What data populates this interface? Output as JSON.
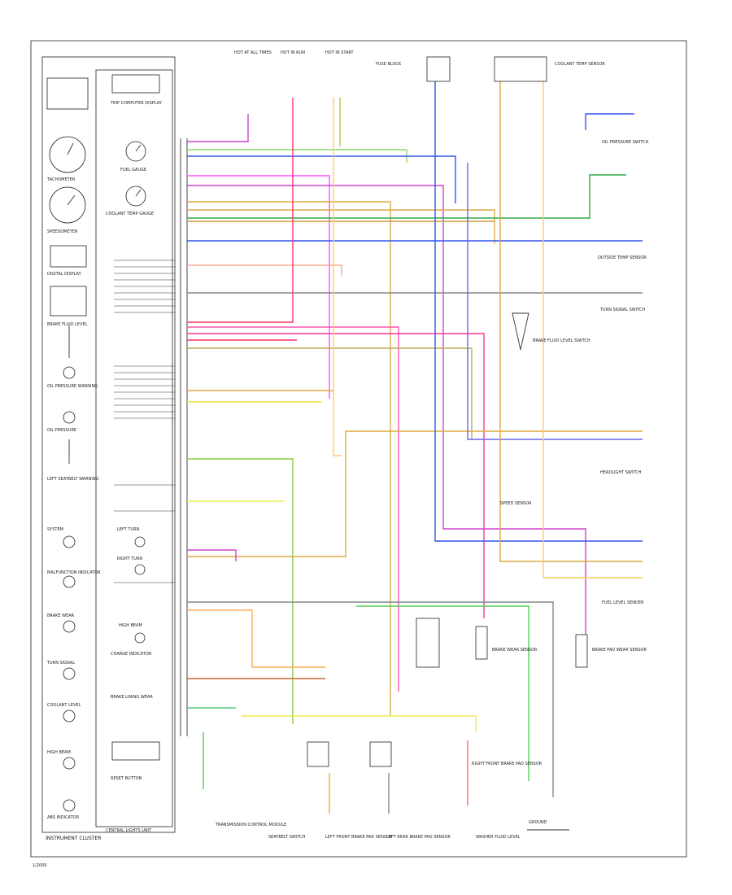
{
  "diagram": {
    "footer_left": "INSTRUMENT CLUSTER",
    "corner_code": "1/2000",
    "cluster_caption": "CENTRAL LIGHTS UNIT",
    "left_components": [
      "TACHOMETER",
      "SPEEDOMETER",
      "DIGITAL DISPLAY",
      "BRAKE FLUID LEVEL",
      "OIL PRESSURE WARNING",
      "OIL PRESSURE",
      "LEFT SEATBELT WARNING",
      "SYSTEM",
      "MALFUNCTION INDICATOR",
      "BRAKE WEAR",
      "TURN SIGNAL",
      "COOLANT LEVEL",
      "HIGH BEAM",
      "ABS INDICATOR"
    ],
    "mid_components": [
      "TRIP COMPUTER DISPLAY",
      "FUEL GAUGE",
      "COOLANT TEMP GAUGE",
      "LEFT TURN",
      "RIGHT TURN",
      "HIGH BEAM",
      "CHARGE INDICATOR",
      "BRAKE LINING WEAR",
      "RESET BUTTON"
    ],
    "top_labels": [
      "HOT AT ALL TIMES",
      "HOT IN RUN",
      "HOT IN START",
      "FUSE BLOCK"
    ],
    "right_labels": [
      "COOLANT TEMP SENSOR",
      "OIL PRESSURE SWITCH",
      "TURN SIGNAL SWITCH",
      "OUTSIDE TEMP SENSOR",
      "BRAKE FLUID LEVEL SWITCH",
      "SPEED SENSOR",
      "HEADLIGHT SWITCH",
      "FUEL LEVEL SENDER",
      "BRAKE PAD WEAR SENSOR",
      "BRAKE WEAR SENSOR",
      "GROUND"
    ],
    "bottom_labels": [
      "TRANSMISSION CONTROL MODULE",
      "SEATBELT SWITCH",
      "LEFT FRONT BRAKE PAD SENSOR",
      "LEFT REAR BRAKE PAD SENSOR",
      "RIGHT FRONT BRAKE PAD SENSOR",
      "WASHER FLUID LEVEL"
    ]
  }
}
